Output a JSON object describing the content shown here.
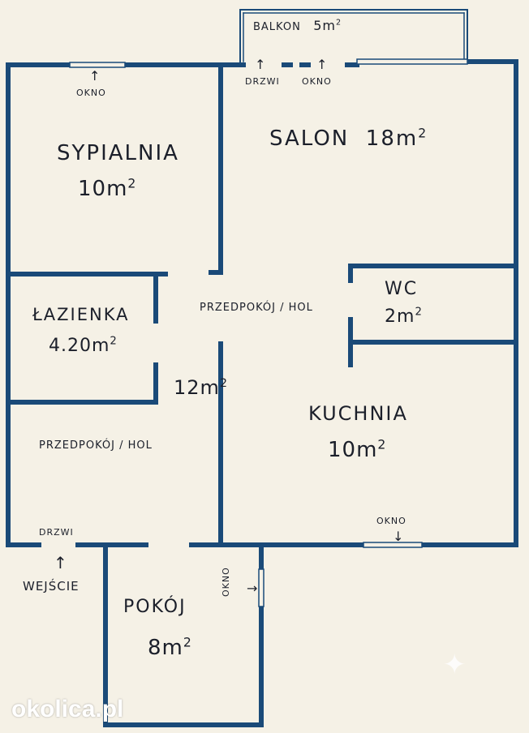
{
  "rooms": {
    "balkon": "BALKON",
    "balkon_area": "5m",
    "salon": "SALON",
    "salon_area": "18m",
    "sypialnia": "SYPIALNIA",
    "sypialnia_area": "10m",
    "lazienka": "ŁAZIENKA",
    "lazienka_area": "4.20m",
    "wc": "WC",
    "wc_area": "2m",
    "kuchnia": "KUCHNIA",
    "kuchnia_area": "10m",
    "pokoj": "POKÓJ",
    "pokoj_area": "8m",
    "przedpokoj_1": "PRZEDPOKÓJ / HOL",
    "przedpokoj_2": "PRZEDPOKÓJ / HOL",
    "hol_area": "12m"
  },
  "sup2": "2",
  "markers": {
    "okno": "OKNO",
    "drzwi": "DRZWI",
    "wejscie": "WEJŚCIE"
  },
  "watermark": "okolica.pl",
  "colors": {
    "wall": "#1a4a78",
    "background": "#f5f1e6",
    "text": "#1b1f2a"
  }
}
